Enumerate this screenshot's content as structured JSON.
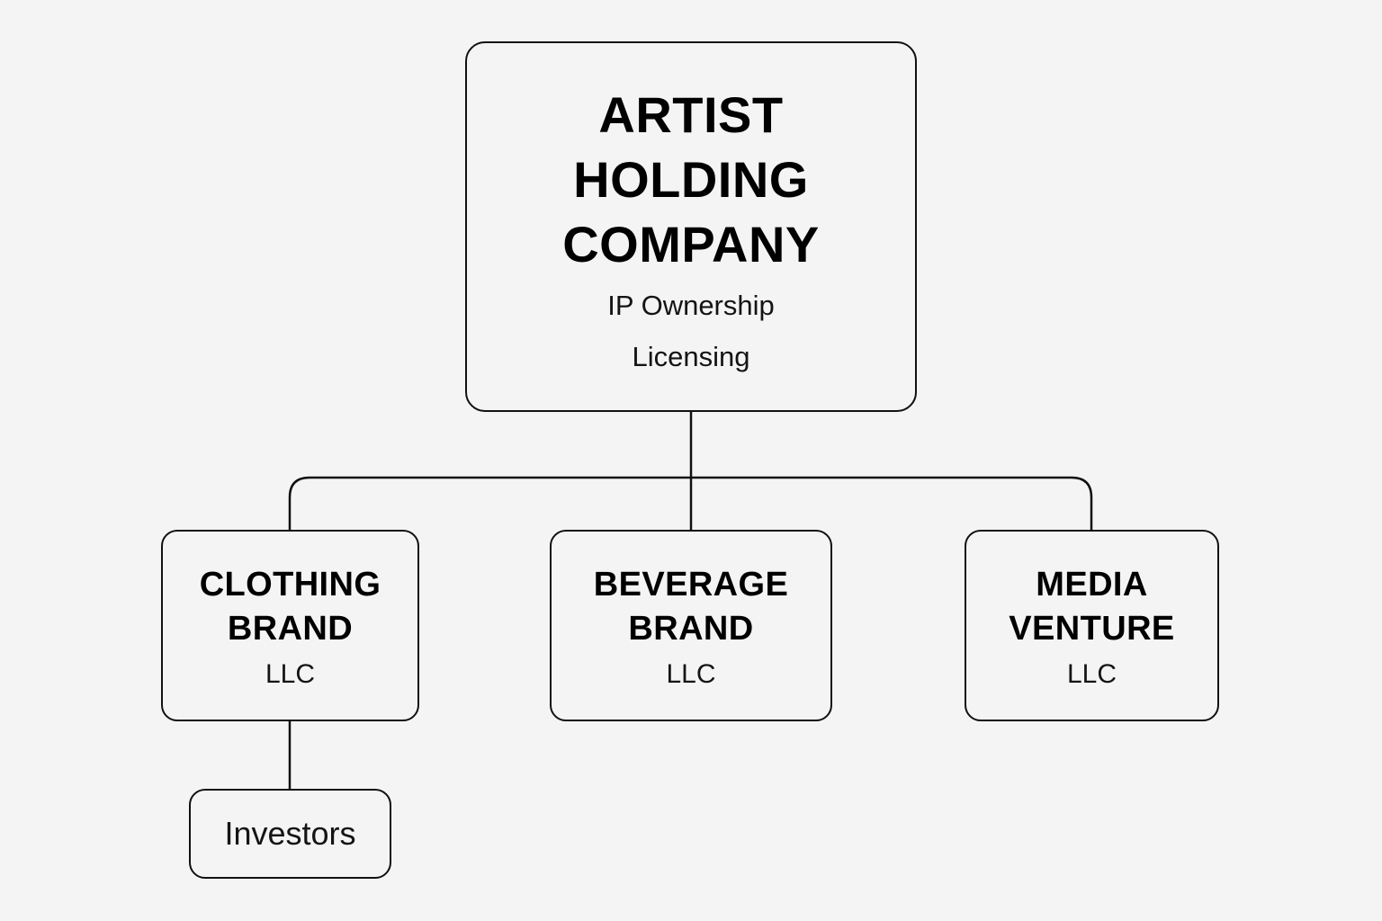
{
  "diagram": {
    "type": "org-chart",
    "background_color": "#f4f4f5",
    "line_color": "#111111",
    "text_color": "#000000"
  },
  "nodes": {
    "root": {
      "title_line1": "ARTIST",
      "title_line2": "HOLDING",
      "title_line3": "COMPANY",
      "sub_line1": "IP Ownership",
      "sub_line2": "Licensing"
    },
    "clothing": {
      "title_line1": "CLOTHING",
      "title_line2": "BRAND",
      "sub_line1": "LLC"
    },
    "beverage": {
      "title_line1": "BEVERAGE",
      "title_line2": "BRAND",
      "sub_line1": "LLC"
    },
    "media": {
      "title_line1": "MEDIA",
      "title_line2": "VENTURE",
      "sub_line1": "LLC"
    },
    "investors": {
      "label": "Investors"
    }
  },
  "edges": [
    {
      "from": "root",
      "to": "clothing"
    },
    {
      "from": "root",
      "to": "beverage"
    },
    {
      "from": "root",
      "to": "media"
    },
    {
      "from": "clothing",
      "to": "investors"
    }
  ]
}
